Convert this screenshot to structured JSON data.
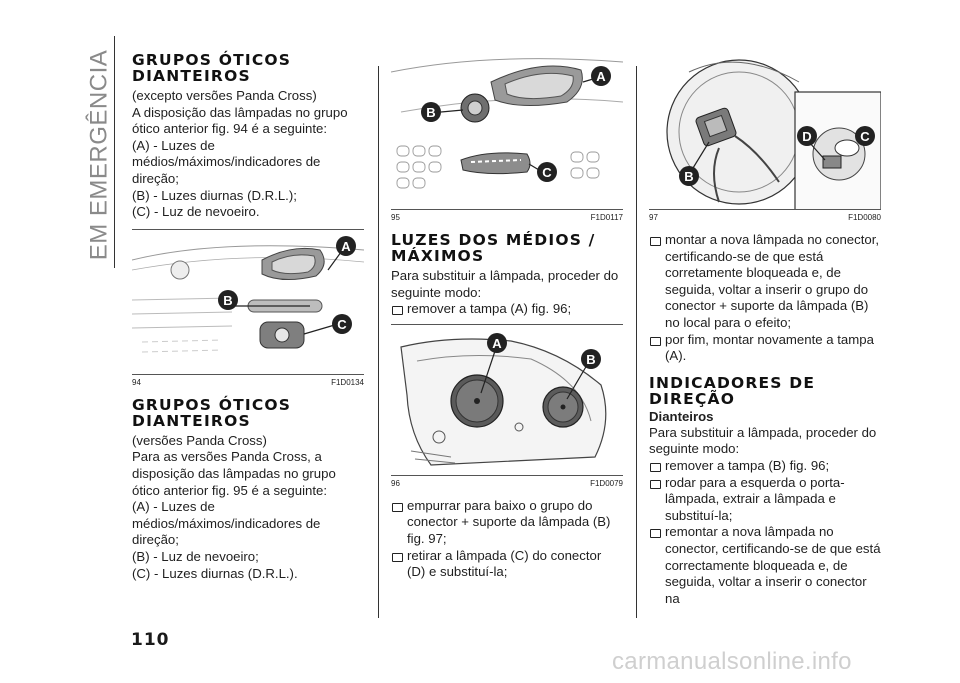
{
  "side_tab": "EM EMERGÊNCIA",
  "page_number": "110",
  "watermark": "carmanualsonline.info",
  "col1": {
    "h1_line1": "GRUPOS ÓTICOS",
    "h1_line2": "DIANTEIROS",
    "sub1": "(excepto versões Panda Cross)",
    "p1": "A disposição das lâmpadas no grupo ótico anterior fig. 94 é a seguinte:",
    "items1": [
      "(A) - Luzes de médios/máximos/indicadores de direção;",
      "(B) - Luzes diurnas (D.R.L.);",
      "(C) - Luz de nevoeiro."
    ],
    "fig_num": "94",
    "fig_code": "F1D0134",
    "h2_line1": "GRUPOS ÓTICOS",
    "h2_line2": "DIANTEIROS",
    "sub2": "(versões Panda Cross)",
    "p2": "Para as versões Panda Cross, a disposição das lâmpadas no grupo ótico anterior fig. 95 é a seguinte:",
    "items2": [
      "(A) - Luzes de médios/máximos/indicadores de direção;",
      "(B) - Luz de nevoeiro;",
      "(C) - Luzes diurnas (D.R.L.)."
    ]
  },
  "col2": {
    "fig95_num": "95",
    "fig95_code": "F1D0117",
    "h_line1": "LUZES DOS MÉDIOS /",
    "h_line2": "MÁXIMOS",
    "p1": "Para substituir a lâmpada, proceder do seguinte modo:",
    "b1": "remover a tampa (A) fig. 96;",
    "fig96_num": "96",
    "fig96_code": "F1D0079",
    "b2": "empurrar para baixo o grupo do conector + suporte da lâmpada (B) fig. 97;",
    "b3": "retirar a lâmpada (C) do conector (D) e substituí-la;"
  },
  "col3": {
    "fig97_num": "97",
    "fig97_code": "F1D0080",
    "b1": "montar a nova lâmpada no conector, certificando-se de que está corretamente bloqueada e, de seguida, voltar a inserir o grupo do conector + suporte da lâmpada (B) no local para o efeito;",
    "b2": "por fim, montar novamente a tampa (A).",
    "h_line1": "INDICADORES DE",
    "h_line2": "DIREÇÃO",
    "sub": "Dianteiros",
    "p1": "Para substituir a lâmpada, proceder do seguinte modo:",
    "b3": "remover a tampa (B) fig. 96;",
    "b4": "rodar para a esquerda o porta-lâmpada, extrair a lâmpada e substituí-la;",
    "b5": "remontar a nova lâmpada no conector, certificando-se de que está correctamente bloqueada e, de seguida, voltar a inserir o conector na"
  },
  "labels": {
    "A": "A",
    "B": "B",
    "C": "C",
    "D": "D"
  }
}
